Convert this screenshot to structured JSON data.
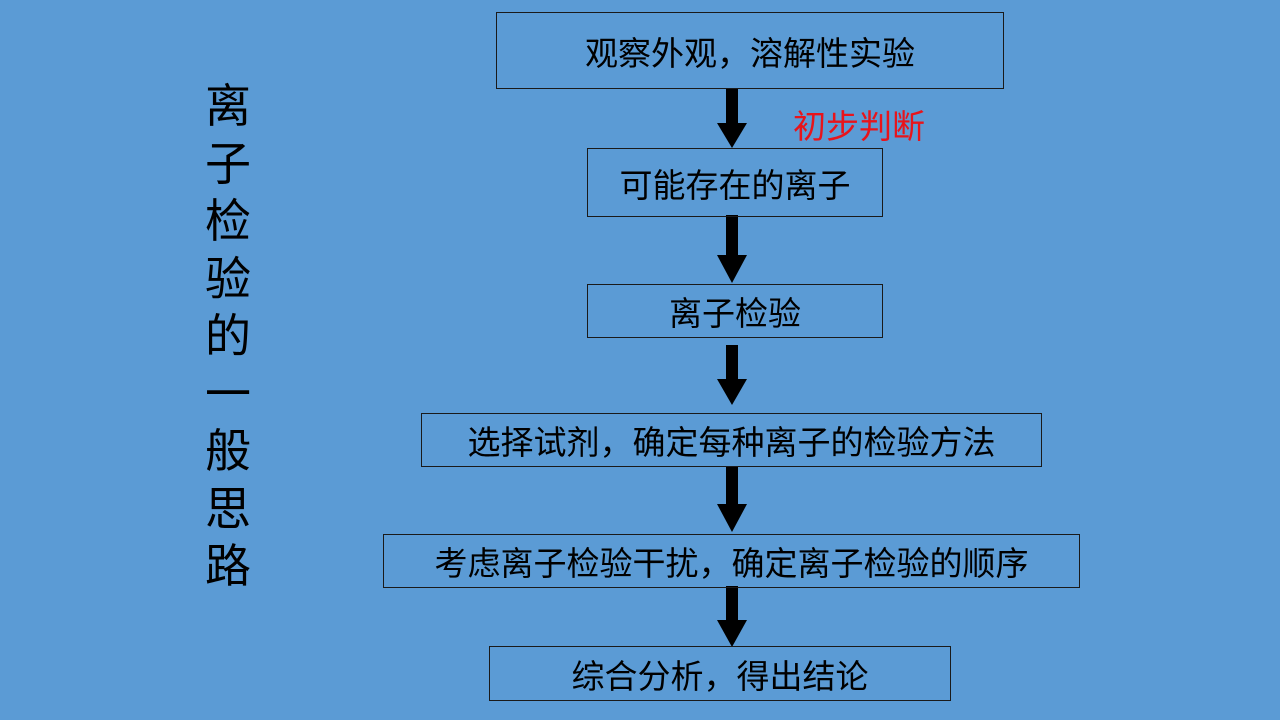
{
  "title_chars": [
    "离",
    "子",
    "检",
    "验",
    "的",
    "一",
    "般",
    "思",
    "路"
  ],
  "steps": [
    "观察外观，溶解性实验",
    "可能存在的离子",
    "离子检验",
    "选择试剂，确定每种离子的检验方法",
    "考虑离子检验干扰，确定离子检验的顺序",
    "综合分析，得出结论"
  ],
  "annotation": "初步判断",
  "colors": {
    "background": "#5B9BD5",
    "annotation": "#E8141B",
    "arrow": "#000000"
  }
}
